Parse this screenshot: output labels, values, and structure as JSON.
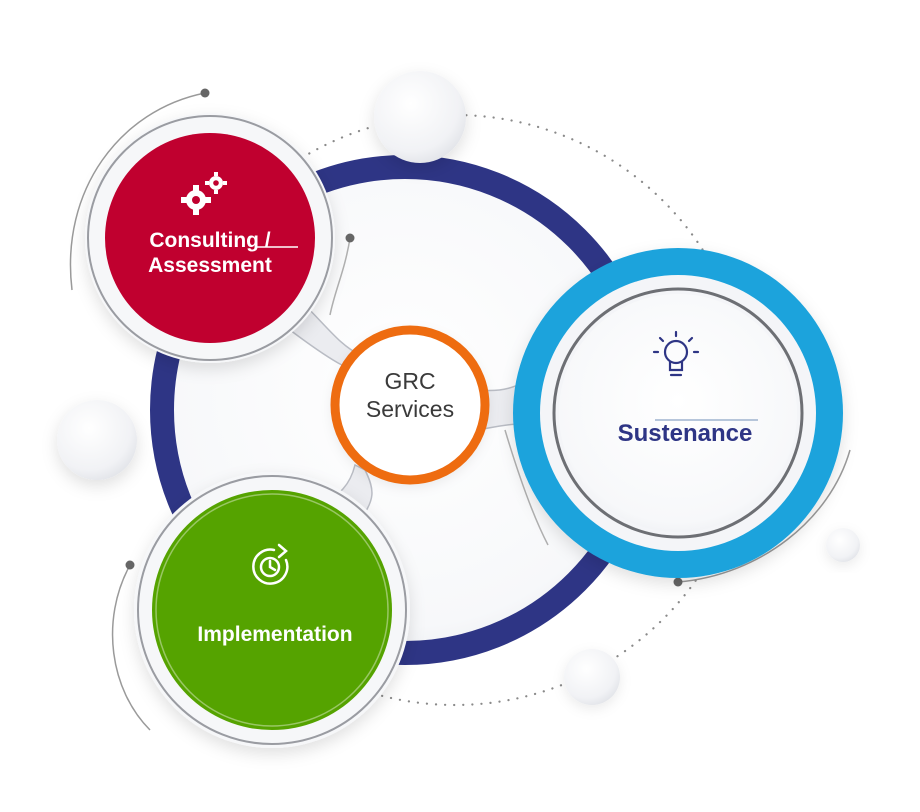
{
  "center": {
    "line1": "GRC",
    "line2": "Services"
  },
  "nodes": {
    "consulting": {
      "line1": "Consulting /",
      "line2": "Assessment",
      "icon": "gears-icon",
      "color": "#c0002f"
    },
    "sustenance": {
      "label": "Sustenance",
      "icon": "lightbulb-icon",
      "color": "#2e3585",
      "ring_color": "#1fa3dc"
    },
    "implementation": {
      "label": "Implementation",
      "icon": "cycle-clock-icon",
      "color": "#55a300"
    }
  },
  "colors": {
    "main_ring": "#2e3585",
    "center_ring": "#ee6c10",
    "connector": "#e9eaee",
    "dots": "#777777"
  }
}
